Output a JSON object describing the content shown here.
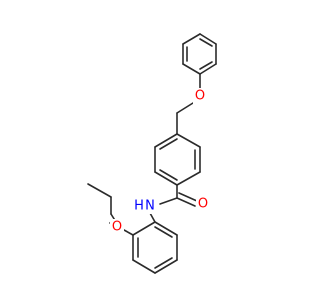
{
  "molecule": {
    "atoms": {
      "ether_oxygen": "O",
      "carbonyl_oxygen": "O",
      "amide_nitrogen": "N",
      "amide_hydrogen": "H",
      "ethoxy_oxygen": "O"
    },
    "colors": {
      "bond": "#2b2b2b",
      "oxygen": "#ff0000",
      "nitrogen": "#0000ff",
      "hydrogen": "#0000ff"
    }
  }
}
